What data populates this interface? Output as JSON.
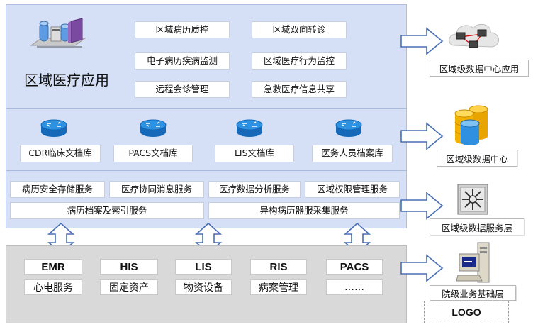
{
  "platform": {
    "title": "区域医疗应用",
    "apps": [
      "区域病历质控",
      "区域双向转诊",
      "电子病历疾病监测",
      "区域医疗行为监控",
      "远程会诊管理",
      "急救医疗信息共享"
    ],
    "archives": [
      "CDR临床文档库",
      "PACS文档库",
      "LIS文档库",
      "医务人员档案库"
    ],
    "services_row1": [
      "病历安全存储服务",
      "医疗协同消息服务",
      "医疗数据分析服务",
      "区域权限管理服务"
    ],
    "services_row2": [
      "病历档案及索引服务",
      "异构病历器服采集服务"
    ]
  },
  "hospital": {
    "row1": [
      "EMR",
      "HIS",
      "LIS",
      "RIS",
      "PACS"
    ],
    "row2": [
      "心电服务",
      "固定资产",
      "物资设备",
      "病案管理",
      "……"
    ]
  },
  "right": {
    "labels": [
      "区域级数据中心应用",
      "区域级数据中心",
      "区域级数据服务层",
      "院级业务基础层"
    ],
    "logo": "LOGO"
  },
  "icons": {
    "platform": "server-cluster-icon",
    "archive": "router-icon",
    "network": "network-computers-icon",
    "database": "database-cylinders-icon",
    "switch": "switch-icon",
    "workstation": "workstation-icon"
  },
  "colors": {
    "platform_bg": "#d5dff5",
    "hospital_bg": "#d9d9d9",
    "router_blue": "#1a7fd6",
    "database_gold": "#f2b000"
  }
}
